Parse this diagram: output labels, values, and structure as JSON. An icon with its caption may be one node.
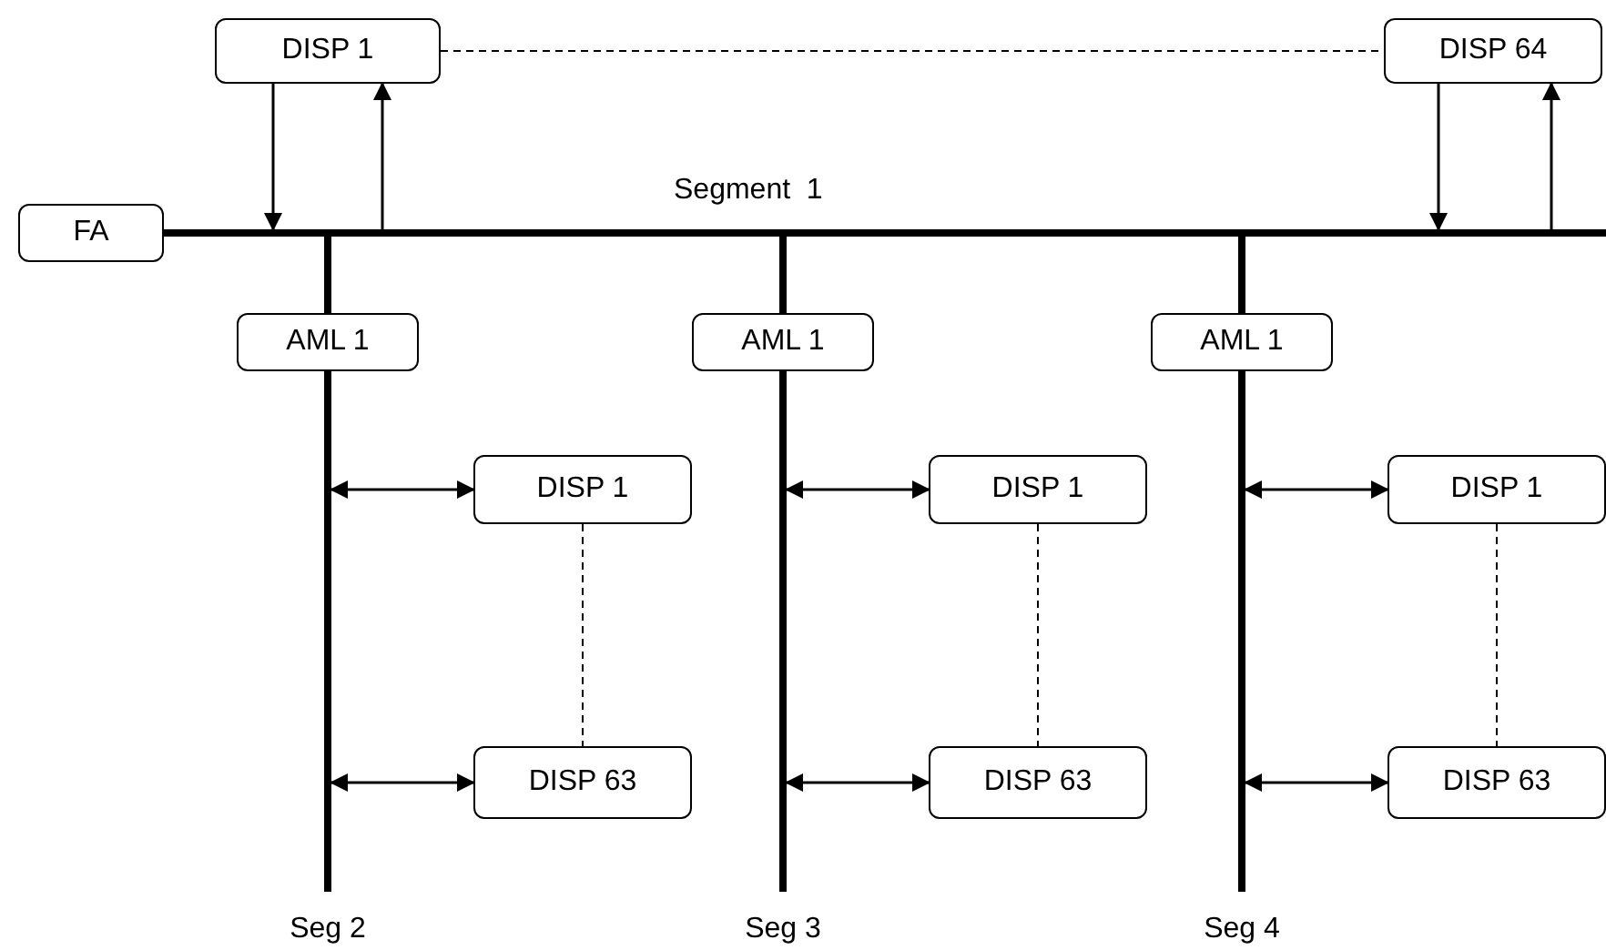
{
  "diagram": {
    "nodes": [
      {
        "text": [
          "FA"
        ]
      },
      {
        "text": [
          "Segment  1"
        ]
      },
      {
        "text": [
          "DISP 1"
        ]
      },
      {
        "text": [
          "DISP 64"
        ]
      },
      {
        "text": [
          "AML 1"
        ]
      },
      {
        "text": [
          "DISP 1"
        ]
      },
      {
        "text": [
          "DISP 63"
        ]
      },
      {
        "text": [
          "Seg 2"
        ]
      },
      {
        "text": [
          "AML 1"
        ]
      },
      {
        "text": [
          "DISP 1"
        ]
      },
      {
        "text": [
          "DISP 63"
        ]
      },
      {
        "text": [
          "Seg 3"
        ]
      },
      {
        "text": [
          "AML 1"
        ]
      },
      {
        "text": [
          "DISP 1"
        ]
      },
      {
        "text": [
          "DISP 63"
        ]
      },
      {
        "text": [
          "Seg 4"
        ]
      }
    ],
    "edges": [
      {
        "from": 0,
        "to": 1,
        "arrow": "none",
        "style": "thick"
      },
      {
        "from": 2,
        "to": 1,
        "arrow": "to"
      },
      {
        "from": 1,
        "to": 2,
        "arrow": "to"
      },
      {
        "from": 2,
        "to": 3,
        "arrow": "none",
        "style": "dashed"
      },
      {
        "from": 3,
        "to": 1,
        "arrow": "to"
      },
      {
        "from": 1,
        "to": 3,
        "arrow": "to"
      },
      {
        "from": 1,
        "to": 4,
        "arrow": "none",
        "style": "thick"
      },
      {
        "from": 4,
        "to": 7,
        "arrow": "none",
        "style": "thick"
      },
      {
        "from": 7,
        "to": 5,
        "arrow": "both"
      },
      {
        "from": 7,
        "to": 6,
        "arrow": "both"
      },
      {
        "from": 5,
        "to": 6,
        "arrow": "none",
        "style": "dashed"
      },
      {
        "from": 1,
        "to": 8,
        "arrow": "none",
        "style": "thick"
      },
      {
        "from": 8,
        "to": 11,
        "arrow": "none",
        "style": "thick"
      },
      {
        "from": 11,
        "to": 9,
        "arrow": "both"
      },
      {
        "from": 11,
        "to": 10,
        "arrow": "both"
      },
      {
        "from": 9,
        "to": 10,
        "arrow": "none",
        "style": "dashed"
      },
      {
        "from": 1,
        "to": 12,
        "arrow": "none",
        "style": "thick"
      },
      {
        "from": 12,
        "to": 15,
        "arrow": "none",
        "style": "thick"
      },
      {
        "from": 15,
        "to": 13,
        "arrow": "both"
      },
      {
        "from": 15,
        "to": 14,
        "arrow": "both"
      },
      {
        "from": 13,
        "to": 14,
        "arrow": "none",
        "style": "dashed"
      }
    ]
  }
}
